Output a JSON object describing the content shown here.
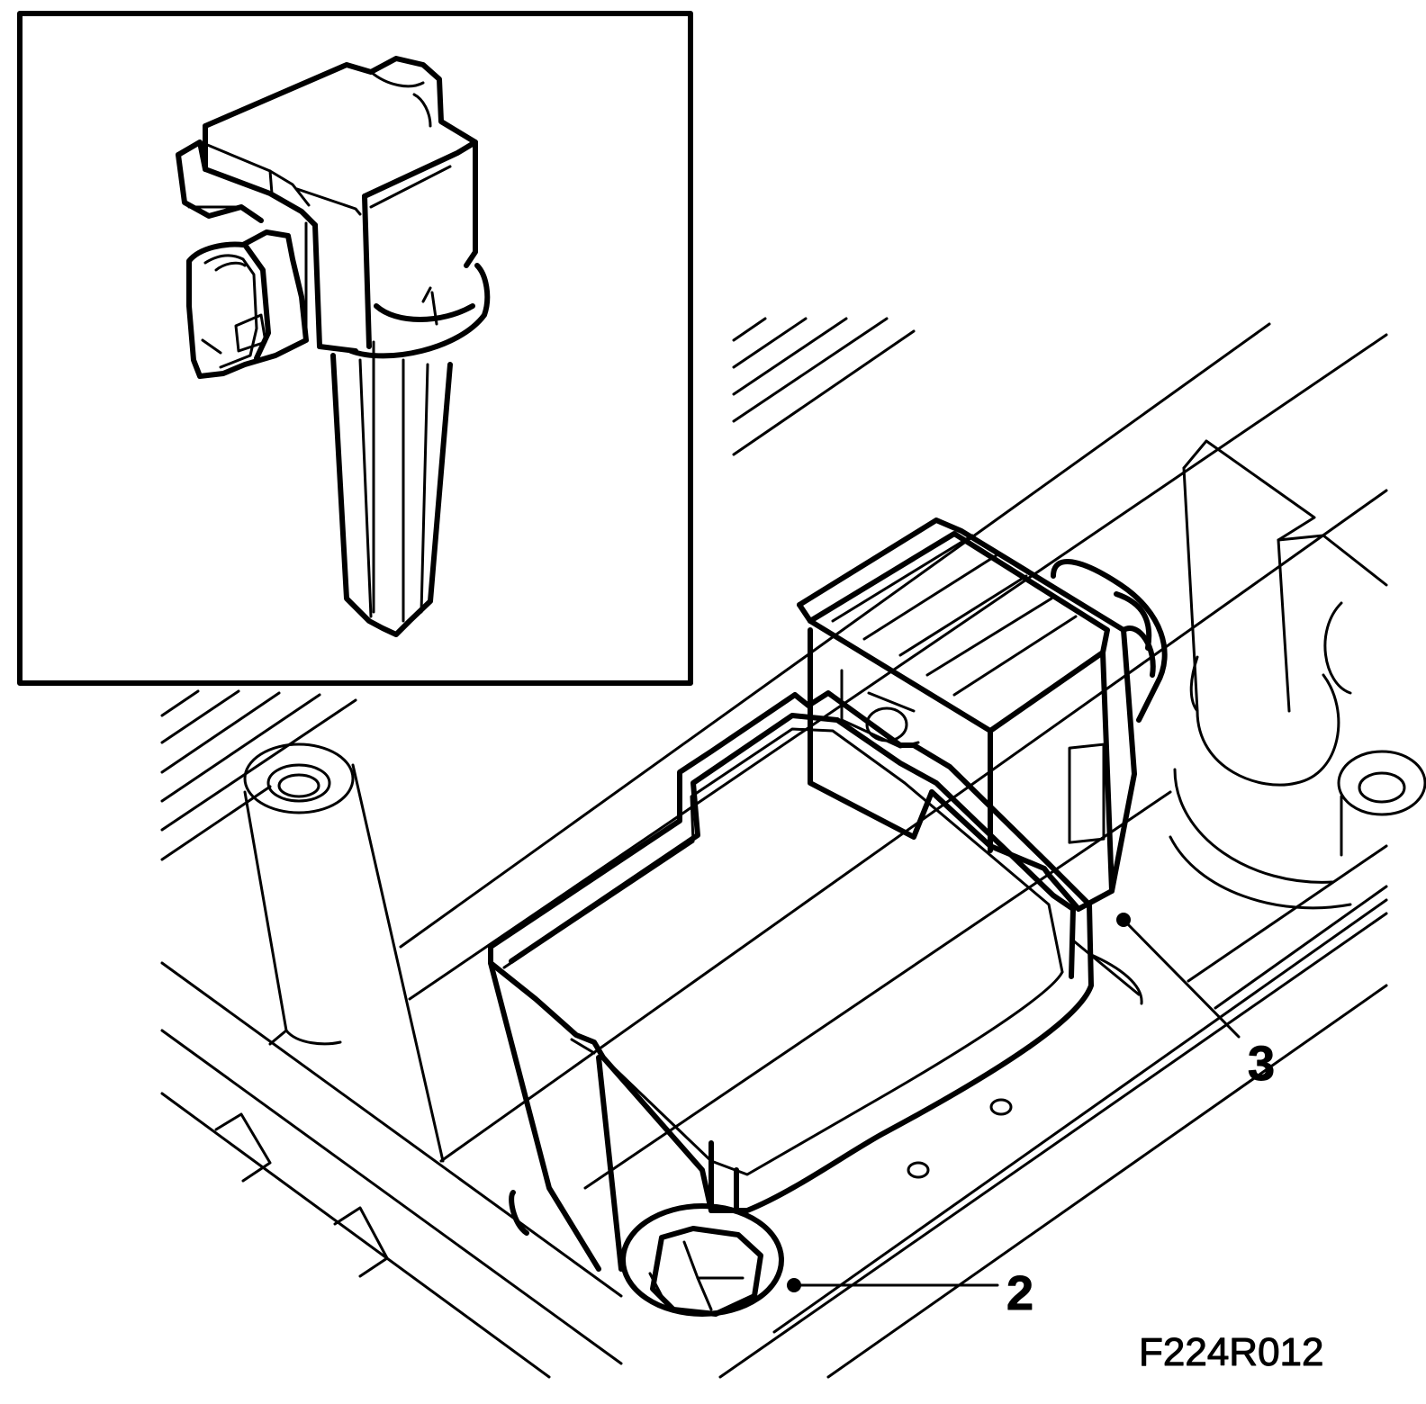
{
  "figure": {
    "code": "F224R012",
    "callouts": [
      {
        "id": "callout-2",
        "number": "2"
      },
      {
        "id": "callout-3",
        "number": "3"
      }
    ]
  },
  "colors": {
    "ink": "#000000",
    "paper": "#ffffff"
  }
}
